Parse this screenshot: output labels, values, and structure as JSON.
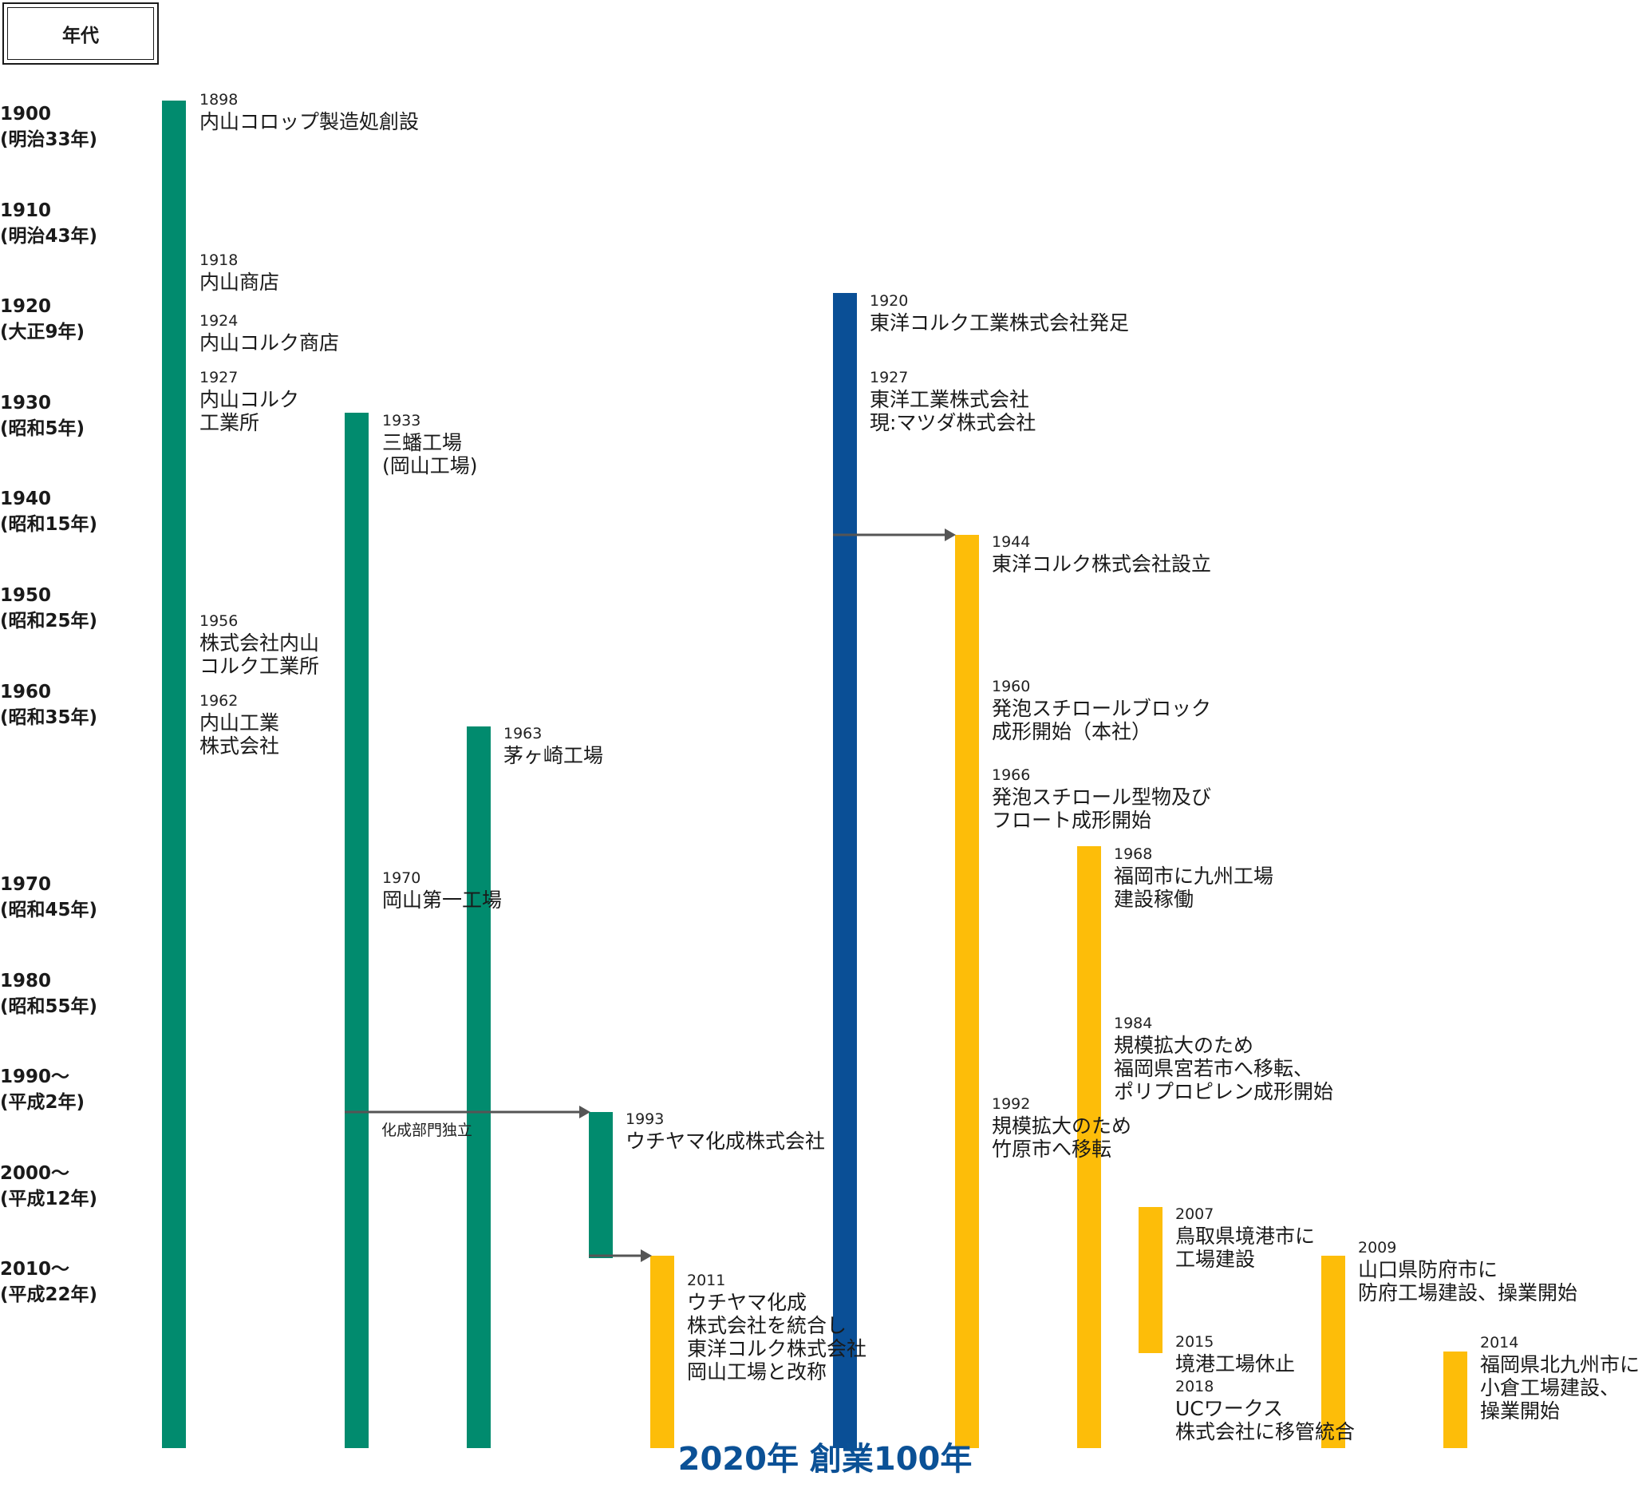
{
  "header": {
    "label": "年代"
  },
  "decades": [
    {
      "year": "1900",
      "era": "(明治33年)"
    },
    {
      "year": "1910",
      "era": "(明治43年)"
    },
    {
      "year": "1920",
      "era": "(大正9年)"
    },
    {
      "year": "1930",
      "era": "(昭和5年)"
    },
    {
      "year": "1940",
      "era": "(昭和15年)"
    },
    {
      "year": "1950",
      "era": "(昭和25年)"
    },
    {
      "year": "1960",
      "era": "(昭和35年)"
    },
    {
      "year": "1970",
      "era": "(昭和45年)"
    },
    {
      "year": "1980",
      "era": "(昭和55年)"
    },
    {
      "year": "1990～",
      "era": "(平成2年)"
    },
    {
      "year": "2000～",
      "era": "(平成12年)"
    },
    {
      "year": "2010～",
      "era": "(平成22年)"
    }
  ],
  "colors": {
    "green": "#018b6e",
    "blue": "#0a4f96",
    "yellow": "#fdbd09",
    "arrow": "#555555",
    "footer": "#0b5196"
  },
  "events": [
    {
      "year": "1898",
      "lines": [
        "内山コロップ製造処創設"
      ]
    },
    {
      "year": "1918",
      "lines": [
        "内山商店"
      ]
    },
    {
      "year": "1924",
      "lines": [
        "内山コルク商店"
      ]
    },
    {
      "year": "1927",
      "lines": [
        "内山コルク",
        "工業所"
      ]
    },
    {
      "year": "1956",
      "lines": [
        "株式会社内山",
        "コルク工業所"
      ]
    },
    {
      "year": "1962",
      "lines": [
        "内山工業",
        "株式会社"
      ]
    },
    {
      "year": "1933",
      "lines": [
        "三蟠工場",
        "(岡山工場)"
      ]
    },
    {
      "year": "1970",
      "lines": [
        "岡山第一工場"
      ]
    },
    {
      "year": "1963",
      "lines": [
        "茅ヶ崎工場"
      ]
    },
    {
      "year": "1993",
      "lines": [
        "ウチヤマ化成株式会社"
      ]
    },
    {
      "year": "2011",
      "lines": [
        "ウチヤマ化成",
        "株式会社を統合し",
        "東洋コルク株式会社",
        "岡山工場と改称"
      ]
    },
    {
      "year": "1920",
      "lines": [
        "東洋コルク工業株式会社発足"
      ]
    },
    {
      "year": "1927",
      "lines": [
        "東洋工業株式会社",
        "現:マツダ株式会社"
      ]
    },
    {
      "year": "1944",
      "lines": [
        "東洋コルク株式会社設立"
      ]
    },
    {
      "year": "1960",
      "lines": [
        "発泡スチロールブロック",
        "成形開始（本社）"
      ]
    },
    {
      "year": "1966",
      "lines": [
        "発泡スチロール型物及び",
        "フロート成形開始"
      ]
    },
    {
      "year": "1992",
      "lines": [
        "規模拡大のため",
        "竹原市へ移転"
      ]
    },
    {
      "year": "1968",
      "lines": [
        "福岡市に九州工場",
        "建設稼働"
      ]
    },
    {
      "year": "1984",
      "lines": [
        "規模拡大のため",
        "福岡県宮若市へ移転、",
        "ポリプロピレン成形開始"
      ]
    },
    {
      "year": "2007",
      "lines": [
        "鳥取県境港市に",
        "工場建設"
      ]
    },
    {
      "year": "2015",
      "lines": [
        "境港工場休止"
      ]
    },
    {
      "year": "2018",
      "lines": [
        "UCワークス",
        "株式会社に移管統合"
      ]
    },
    {
      "year": "2009",
      "lines": [
        "山口県防府市に",
        "防府工場建設、操業開始"
      ]
    },
    {
      "year": "2014",
      "lines": [
        "福岡県北九州市に",
        "小倉工場建設、",
        "操業開始"
      ]
    }
  ],
  "branch_label": "化成部門独立",
  "footer": "2020年 創業100年"
}
